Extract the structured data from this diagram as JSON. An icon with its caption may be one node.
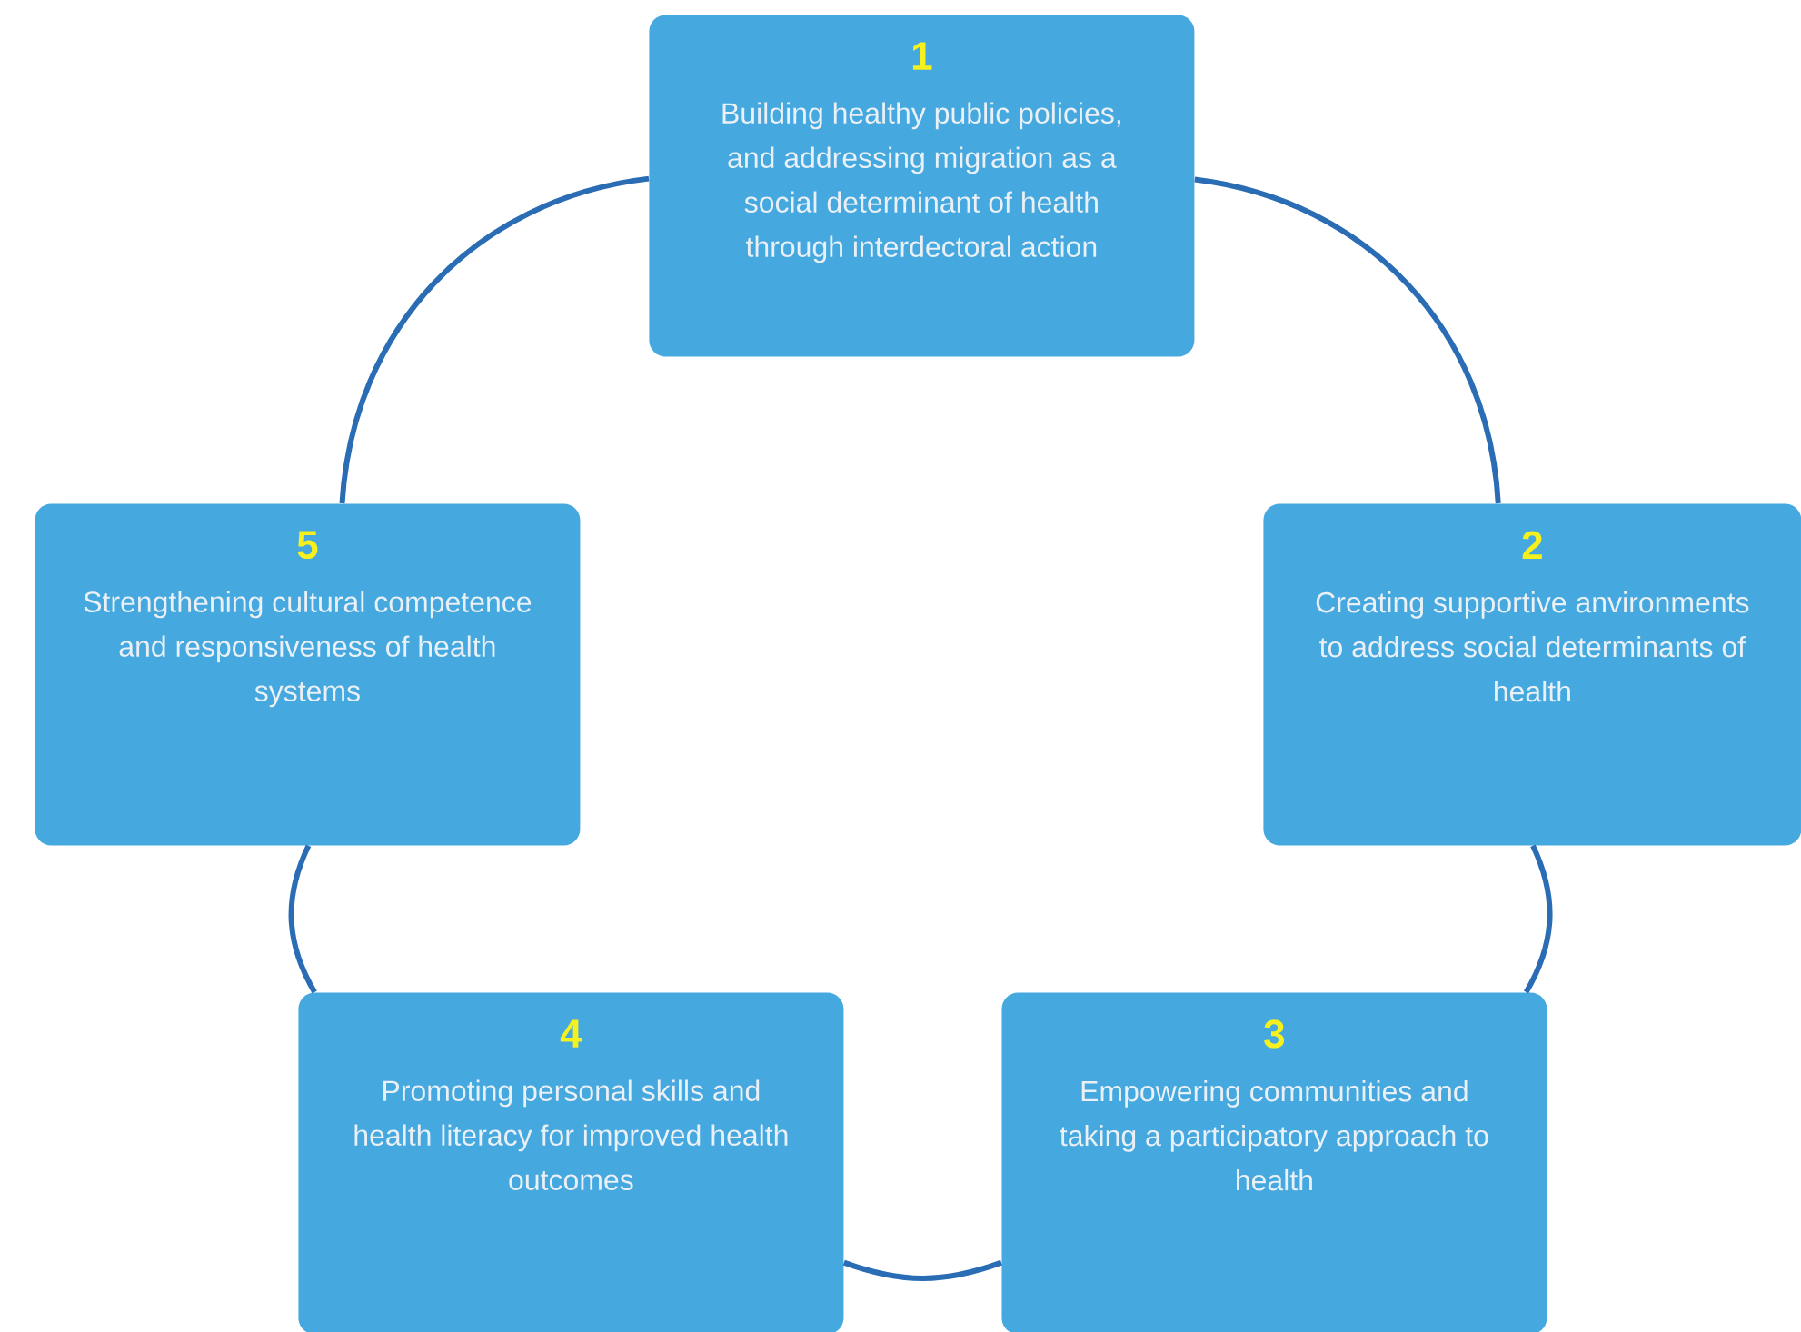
{
  "diagram": {
    "nodes": [
      {
        "text": [
          "1",
          "Building healthy public policies, and addressing migration as a social determinant of health through interdectoral action"
        ]
      },
      {
        "text": [
          "2",
          "Creating supportive anvironments to address social determinants of health"
        ]
      },
      {
        "text": [
          "3",
          "Empowering communities and taking a participatory approach to health"
        ]
      },
      {
        "text": [
          "4",
          "Promoting personal skills and health literacy for improved health outcomes"
        ]
      },
      {
        "text": [
          "5",
          "Strengthening cultural competence and responsiveness of health systems"
        ]
      }
    ],
    "edges": [
      {
        "from": 0,
        "to": 1,
        "arrow": "none"
      },
      {
        "from": 1,
        "to": 2,
        "arrow": "none"
      },
      {
        "from": 2,
        "to": 3,
        "arrow": "none"
      },
      {
        "from": 3,
        "to": 4,
        "arrow": "none"
      },
      {
        "from": 4,
        "to": 0,
        "arrow": "none"
      }
    ]
  }
}
